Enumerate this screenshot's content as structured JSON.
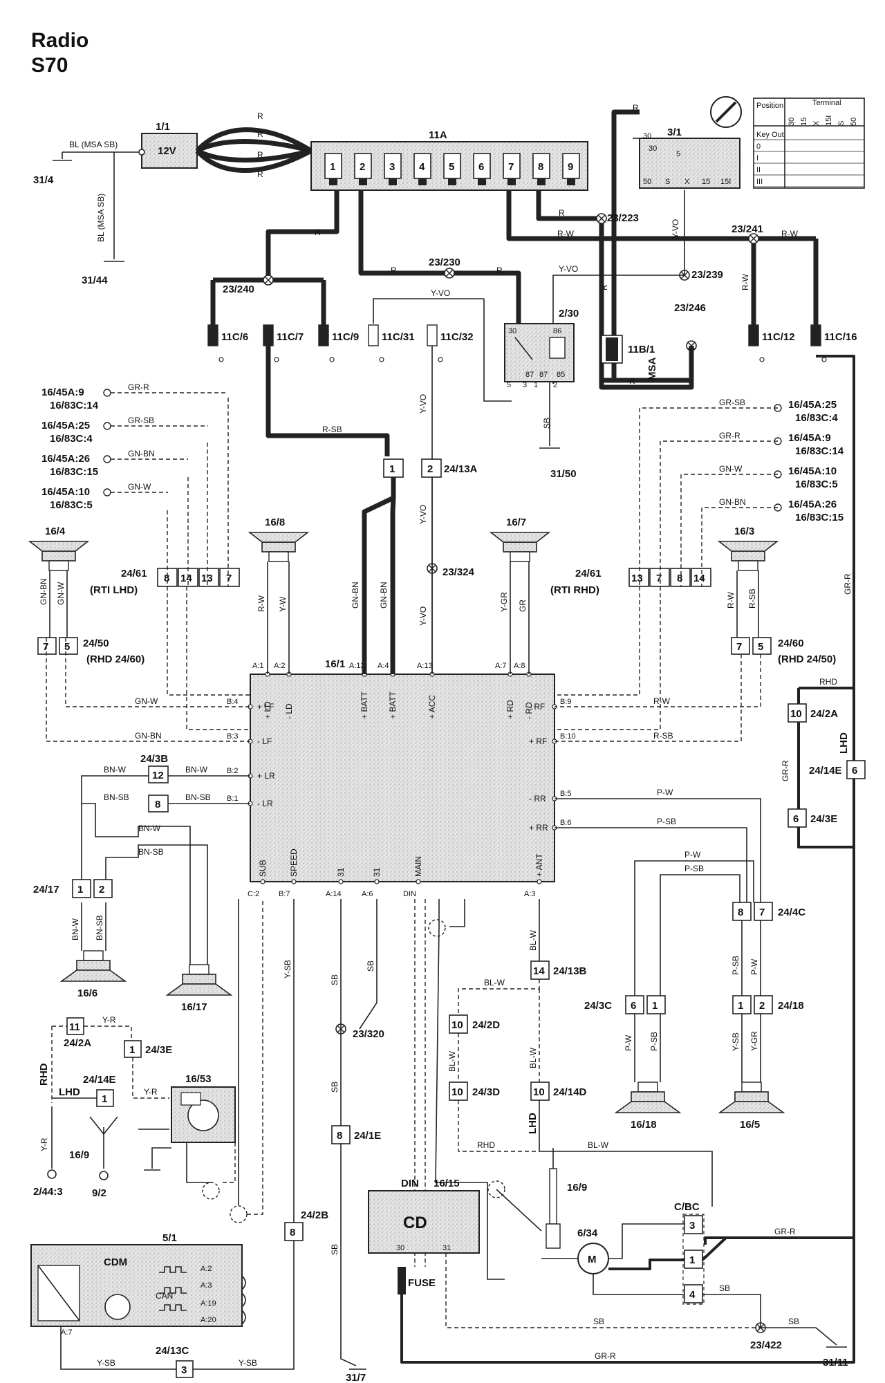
{
  "title": {
    "line1": "Radio",
    "line2": "S70"
  },
  "battery": {
    "id": "1/1",
    "voltage": "12V",
    "wire": "BL (MSA SB)",
    "ground_a": "31/4",
    "ground_b": "31/44"
  },
  "fusebox": {
    "id": "11A",
    "fuses": [
      "1",
      "2",
      "3",
      "4",
      "5",
      "6",
      "7",
      "8",
      "9"
    ]
  },
  "ignition": {
    "id": "3/1",
    "terminals": [
      "30",
      "5",
      "50",
      "S",
      "X",
      "15",
      "15I"
    ],
    "table_position": "Position",
    "table_terminal": "Terminal",
    "table_rows": [
      "Key Out",
      "0",
      "I",
      "II",
      "III"
    ],
    "table_cols": [
      "30",
      "15",
      "X",
      "15I",
      "S",
      "50"
    ]
  },
  "connectors": {
    "c23_240": "23/240",
    "c23_230": "23/230",
    "c23_223": "23/223",
    "c23_241": "23/241",
    "c23_239": "23/239",
    "c23_246": "23/246",
    "c23_324": "23/324",
    "c23_320": "23/320",
    "c23_422": "23/422",
    "f11C6": "11C/6",
    "f11C7": "11C/7",
    "f11C9": "11C/9",
    "f11C31": "11C/31",
    "f11C32": "11C/32",
    "f11B1": "11B/1",
    "f11C12": "11C/12",
    "f11C16": "11C/16",
    "relay": "2/30",
    "msa": "MSA",
    "ground_31_50": "31/50",
    "ground_31_7": "31/7",
    "ground_31_11": "31/11",
    "c24_13A": "24/13A",
    "c24_13B": "24/13B",
    "c24_13C": "24/13C",
    "c24_61_left": "24/61",
    "rti_lhd": "(RTI LHD)",
    "c24_61_right": "24/61",
    "rti_rhd": "(RTI RHD)",
    "c24_50": "24/50",
    "rhd_24_60": "(RHD 24/60)",
    "c24_60": "24/60",
    "rhd_24_50": "(RHD 24/50)",
    "c24_3B": "24/3B",
    "c24_17": "24/17",
    "c24_4C": "24/4C",
    "c24_3C": "24/3C",
    "c24_18": "24/18",
    "c24_2A": "24/2A",
    "c24_3E": "24/3E",
    "c24_14E": "24/14E",
    "c24_2D": "24/2D",
    "c24_3D": "24/3D",
    "c24_14D": "24/14D",
    "c24_1E": "24/1E",
    "c24_2B": "24/2B",
    "c24_2A_low": "24/2A",
    "c24_3E_low": "24/3E",
    "c24_14E_low": "24/14E",
    "c2_44_3": "2/44:3",
    "c9_2": "9/2"
  },
  "left_signals": [
    {
      "a": "16/45A:9",
      "b": "16/83C:14",
      "wire": "GR-R"
    },
    {
      "a": "16/45A:25",
      "b": "16/83C:4",
      "wire": "GR-SB"
    },
    {
      "a": "16/45A:26",
      "b": "16/83C:15",
      "wire": "GN-BN"
    },
    {
      "a": "16/45A:10",
      "b": "16/83C:5",
      "wire": "GN-W"
    }
  ],
  "right_signals": [
    {
      "a": "16/45A:25",
      "b": "16/83C:4",
      "wire": "GR-SB"
    },
    {
      "a": "16/45A:9",
      "b": "16/83C:14",
      "wire": "GR-R"
    },
    {
      "a": "16/45A:10",
      "b": "16/83C:5",
      "wire": "GN-W"
    },
    {
      "a": "16/45A:26",
      "b": "16/83C:15",
      "wire": "GN-BN"
    }
  ],
  "speakers": {
    "s16_4": "16/4",
    "s16_8": "16/8",
    "s16_7": "16/7",
    "s16_3": "16/3",
    "s16_6": "16/6",
    "s16_17": "16/17",
    "s16_18": "16/18",
    "s16_5": "16/5"
  },
  "radio": {
    "id": "16/1",
    "top_pins": [
      "A:1",
      "A:2",
      "A:12",
      "A:4",
      "A:13",
      "A:7",
      "A:8"
    ],
    "top_labels": [
      "+ LD",
      "- LD",
      "+ BATT",
      "+ BATT",
      "+ ACC",
      "+ RD",
      "- RD"
    ],
    "left_pins": [
      "B:4",
      "B:3",
      "B:2",
      "B:1"
    ],
    "left_labels": [
      "+ LF",
      "- LF",
      "+ LR",
      "- LR"
    ],
    "right_pins": [
      "B:9",
      "B:10",
      "B:5",
      "B:6"
    ],
    "right_labels": [
      "- RF",
      "+ RF",
      "- RR",
      "+ RR"
    ],
    "bottom_pins": [
      "C:2",
      "B:7",
      "A:14",
      "A:6",
      "DIN",
      "A:3"
    ],
    "bottom_labels": [
      "SUB",
      "SPEED",
      "31",
      "31",
      "MAIN",
      "+ ANT"
    ]
  },
  "wires": {
    "R": "R",
    "RW": "R-W",
    "RSB": "R-SB",
    "YVO": "Y-VO",
    "GR_R": "GR-R",
    "SB": "SB",
    "GNBN": "GN-BN",
    "GNW": "GN-W",
    "GRSB": "GR-SB",
    "RW2": "R-W",
    "YW": "Y-W",
    "YGR": "Y-GR",
    "GR": "GR",
    "BNW": "BN-W",
    "BNSB": "BN-SB",
    "PW": "P-W",
    "PSB": "P-SB",
    "YSB": "Y-SB",
    "BLW": "BL-W",
    "YR": "Y-R",
    "YGR2": "Y-GR",
    "RHD": "RHD",
    "LHD": "LHD"
  },
  "relay_pins": [
    "30",
    "86",
    "87",
    "87",
    "85",
    "5",
    "3",
    "1",
    "2"
  ],
  "cd": {
    "id": "16/15",
    "label": "CD",
    "din": "DIN",
    "fuse": "FUSE",
    "p30": "30",
    "p31": "31"
  },
  "cdm": {
    "id": "5/1",
    "label": "CDM",
    "can": "CAN",
    "pins": [
      "A:2",
      "A:3",
      "A:19",
      "A:20",
      "A:7"
    ]
  },
  "antenna": {
    "id": "16/9",
    "motor": "6/34",
    "cbc": "C/BC",
    "cbc_pins": [
      "3",
      "1",
      "4"
    ]
  },
  "module_16_53": "16/53",
  "antenna_16_9_left": "16/9"
}
